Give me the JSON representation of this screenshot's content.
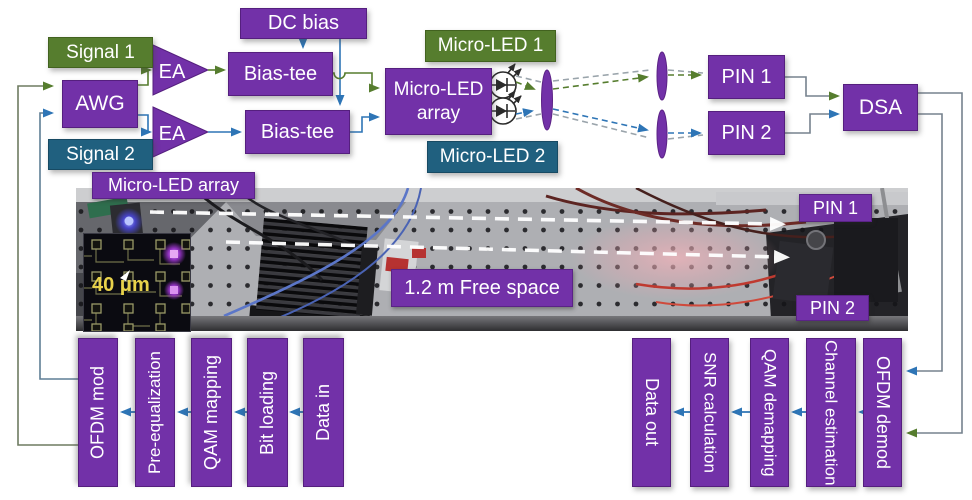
{
  "figure": "Micro-LED free-space optical OFDM link experimental setup",
  "colors": {
    "box_purple": "#7231A8",
    "label_green": "#567D2E",
    "label_teal": "#20607F",
    "arrow_blue": "#2E75B6",
    "arrow_green": "#567D2E",
    "line_gray": "#76828E",
    "beam_white": "#FFFFFF",
    "inset_scale_text": "#E8D24B"
  },
  "top": {
    "signal1": "Signal 1",
    "signal2": "Signal 2",
    "awg": "AWG",
    "ea1": "EA",
    "ea2": "EA",
    "dc_bias": "DC bias",
    "bias_tee_1": "Bias-tee",
    "bias_tee_2": "Bias-tee",
    "micro_led_array": "Micro-LED array",
    "micro_led_1": "Micro-LED 1",
    "micro_led_2": "Micro-LED 2",
    "pin1": "PIN 1",
    "pin2": "PIN 2",
    "dsa": "DSA"
  },
  "photo": {
    "array_label": "Micro-LED array",
    "pin1_label": "PIN 1",
    "pin2_label": "PIN 2",
    "free_space_label": "1.2 m Free space",
    "scale_label": "40 μm"
  },
  "tx_chain": [
    "OFDM mod",
    "Pre-equalization",
    "QAM mapping",
    "Bit loading",
    "Data in"
  ],
  "rx_chain": [
    "Data out",
    "SNR calculation",
    "QAM demapping",
    "Channel estimation",
    "OFDM demod"
  ]
}
